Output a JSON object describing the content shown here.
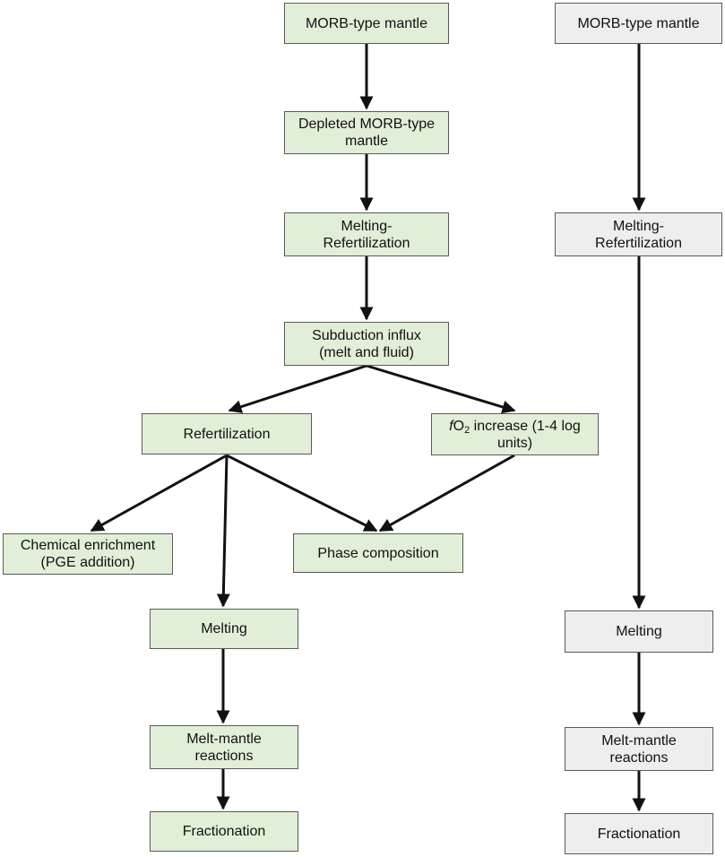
{
  "colors": {
    "green_box": "#e2efd8",
    "gray_box": "#eeeeee",
    "arrow": "#111111"
  },
  "left": {
    "morb_mantle": "MORB-type mantle",
    "depleted_line1": "Depleted MORB-type",
    "depleted_line2": "mantle",
    "melting_refert_line1": "Melting-",
    "melting_refert_line2": "Refertilization",
    "subduction_line1": "Subduction influx",
    "subduction_line2": "(melt and fluid)",
    "refertilization": "Refertilization",
    "fo2_italic": "f",
    "fo2_o": "O",
    "fo2_sub": "2",
    "fo2_rest": " increase (1-4 log",
    "fo2_line2": "units)",
    "chem_line1": "Chemical enrichment",
    "chem_line2": "(PGE addition)",
    "phase_composition": "Phase composition",
    "melting": "Melting",
    "melt_mantle_line1": "Melt-mantle",
    "melt_mantle_line2": "reactions",
    "fractionation": "Fractionation"
  },
  "right": {
    "morb_mantle": "MORB-type mantle",
    "melting_refert_line1": "Melting-",
    "melting_refert_line2": "Refertilization",
    "melting": "Melting",
    "melt_mantle_line1": "Melt-mantle",
    "melt_mantle_line2": "reactions",
    "fractionation": "Fractionation"
  }
}
